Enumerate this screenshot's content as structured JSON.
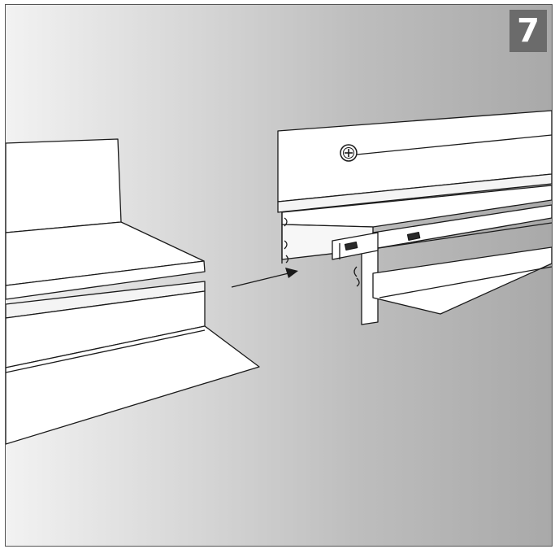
{
  "step": {
    "number": "7"
  },
  "colors": {
    "badge_bg": "#6b6b6b",
    "badge_text": "#ffffff",
    "line": "#1a1a1a",
    "profile_fill": "#ffffff"
  },
  "figure": {
    "left_part": "profile-section",
    "right_part": "wall-mounted-profile-with-connector",
    "arrow": "insertion-direction-arrow",
    "screw": "phillips-screw-icon"
  }
}
